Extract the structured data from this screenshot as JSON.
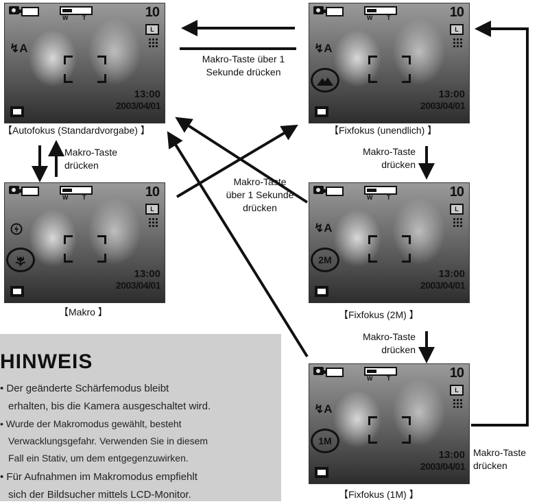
{
  "screens": [
    {
      "id": "auto",
      "count": "10",
      "size": "L",
      "time": "13:00",
      "date": "2003/04/01",
      "zoom_w": "W",
      "zoom_t": "T",
      "flash": "↯A",
      "ring": "",
      "caption": "【Autofokus (Standardvorgabe) 】"
    },
    {
      "id": "fix-inf",
      "count": "10",
      "size": "L",
      "time": "13:00",
      "date": "2003/04/01",
      "zoom_w": "W",
      "zoom_t": "T",
      "flash": "↯A",
      "ring": "mountain-icon",
      "caption": "【Fixfokus (unendlich) 】"
    },
    {
      "id": "macro",
      "count": "10",
      "size": "L",
      "time": "13:00",
      "date": "2003/04/01",
      "zoom_w": "W",
      "zoom_t": "T",
      "flash": "flash-off-icon",
      "ring": "tulip-icon",
      "caption": "【Makro 】"
    },
    {
      "id": "fix-2m",
      "count": "10",
      "size": "L",
      "time": "13:00",
      "date": "2003/04/01",
      "zoom_w": "W",
      "zoom_t": "T",
      "flash": "↯A",
      "ring": "2M",
      "caption": "【Fixfokus (2M) 】"
    },
    {
      "id": "fix-1m",
      "count": "10",
      "size": "L",
      "time": "13:00",
      "date": "2003/04/01",
      "zoom_w": "W",
      "zoom_t": "T",
      "flash": "↯A",
      "ring": "1M",
      "caption": "【Fixfokus (1M) 】"
    }
  ],
  "labels": {
    "top_arrow": [
      "Makro-Taste über 1",
      "Sekunde drücken"
    ],
    "left_arrow": [
      "Makro-Taste",
      "drücken"
    ],
    "center_arrow": [
      "Makro-Taste",
      "über 1 Sekunde",
      "drücken"
    ],
    "right_upper": [
      "Makro-Taste",
      "drücken"
    ],
    "right_lower": [
      "Makro-Taste",
      "drücken"
    ],
    "far_right": [
      "Makro-Taste",
      "drücken"
    ]
  },
  "note": {
    "title": "HINWEIS",
    "items": [
      [
        "Der geänderte Schärfemodus bleibt",
        "erhalten, bis die Kamera ausgeschaltet wird."
      ],
      [
        "Wurde der Makromodus gewählt, besteht",
        "Verwacklungsgefahr. Verwenden Sie in diesem",
        "Fall ein Stativ, um dem entgegenzuwirken."
      ],
      [
        "Für Aufnahmen im Makromodus empfiehlt",
        "sich der Bildsucher mittels LCD-Monitor."
      ]
    ]
  },
  "colors": {
    "ink": "#111111",
    "panel": "#cfcfcf",
    "photo_bg": "#6e6e6e"
  }
}
